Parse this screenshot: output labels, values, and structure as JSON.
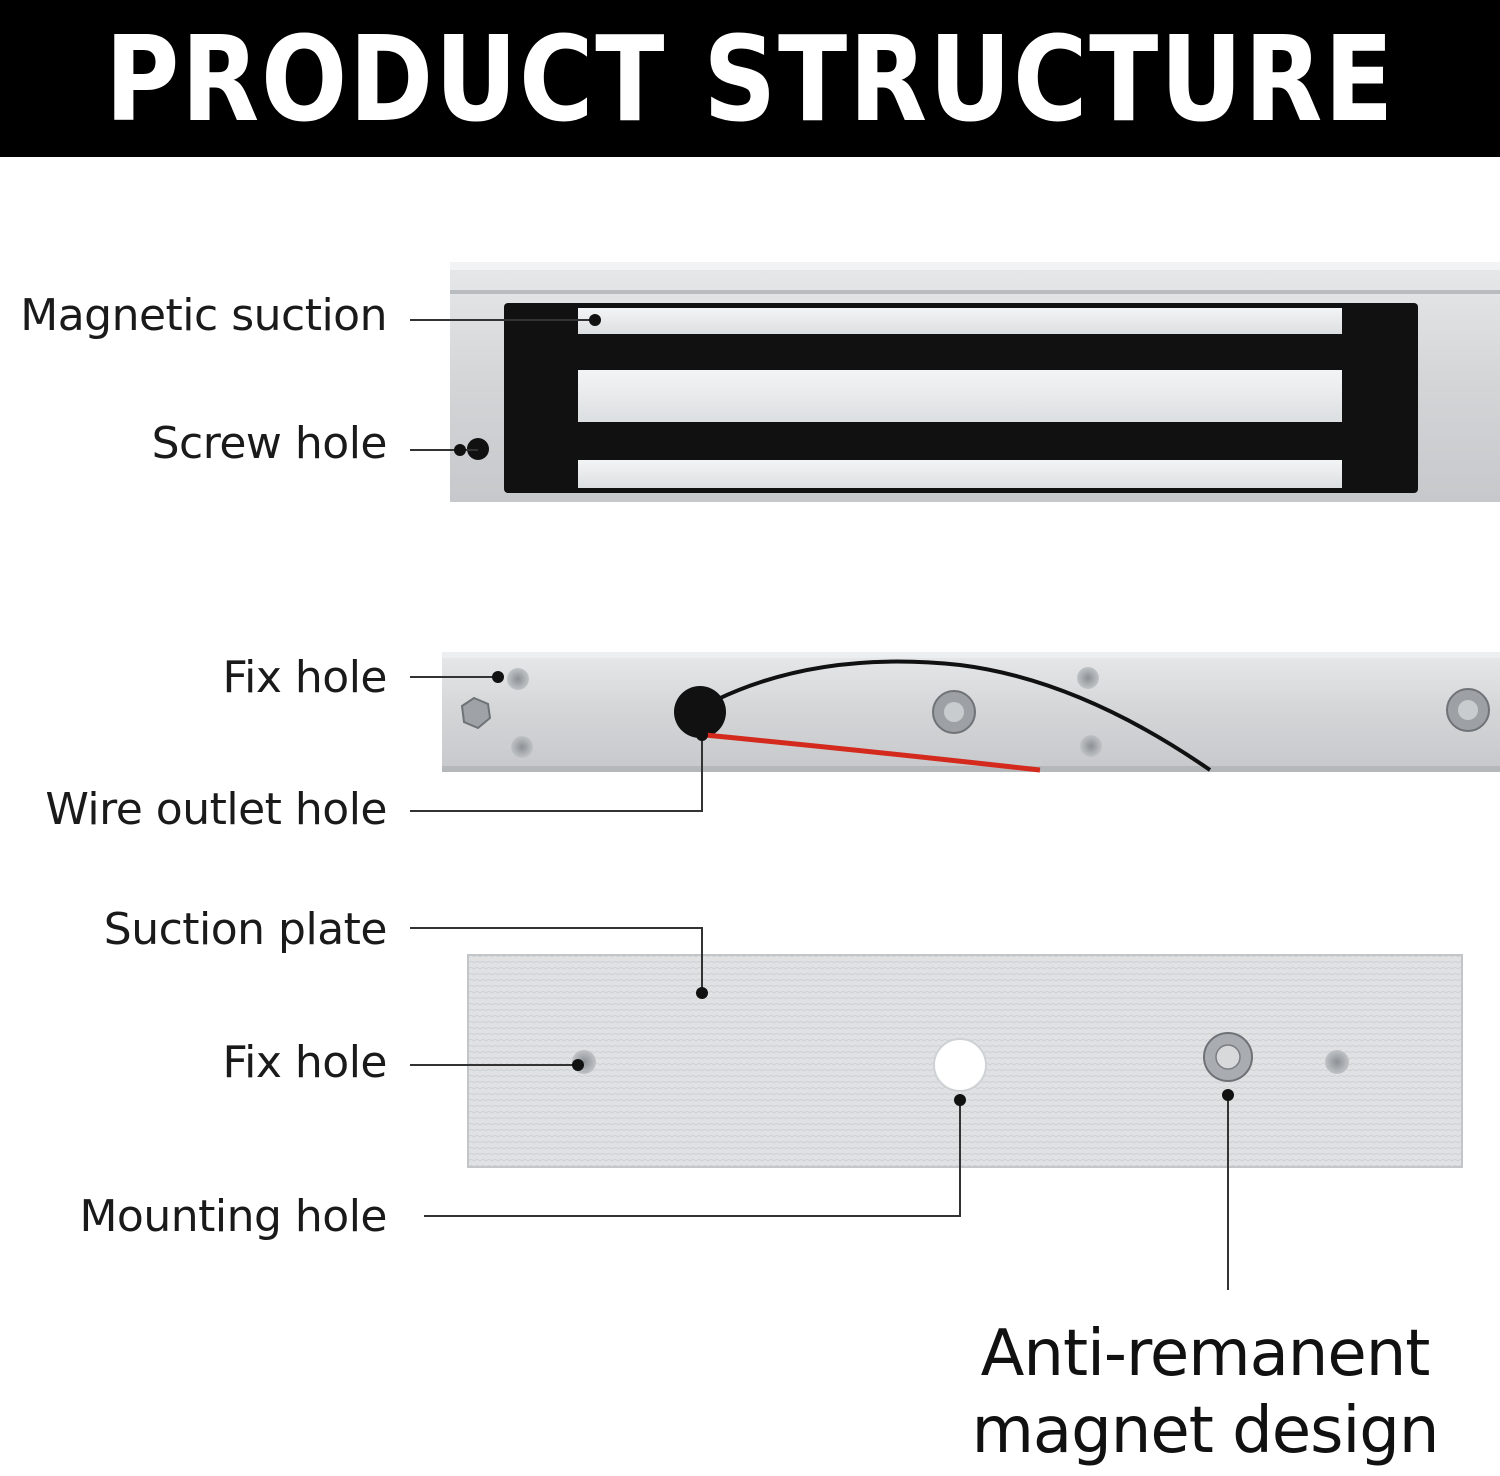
{
  "title": "PRODUCT STRUCTURE",
  "labels": {
    "magnetic_suction": "Magnetic suction",
    "screw_hole": "Screw hole",
    "fix_hole_top": "Fix hole",
    "wire_outlet_hole": "Wire outlet hole",
    "suction_plate": "Suction plate",
    "fix_hole_plate": "Fix hole",
    "mounting_hole": "Mounting hole"
  },
  "feature": {
    "line1": "Anti-remanent",
    "line2": "magnet design"
  },
  "colors": {
    "header_bg": "#000000",
    "header_text": "#ffffff",
    "wire_red": "#d42a1e",
    "wire_black": "#111111",
    "aluminum": "#d4d6d8"
  }
}
